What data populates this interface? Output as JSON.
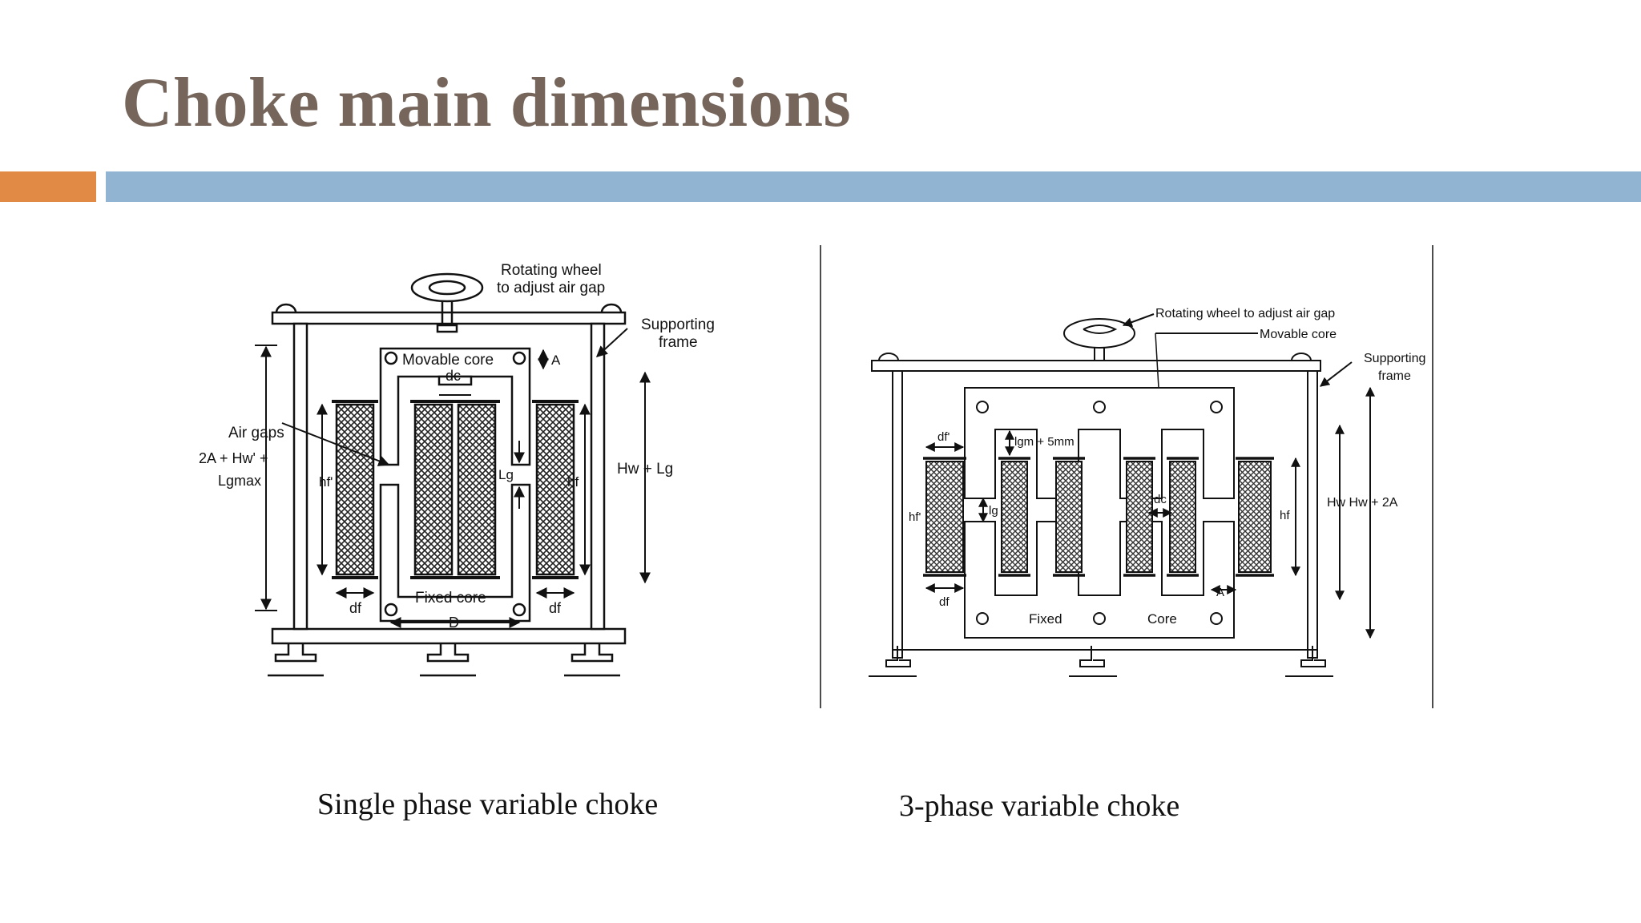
{
  "slide": {
    "title": "Choke main dimensions",
    "accent_orange": "#e08a45",
    "accent_blue": "#90b4d2",
    "title_color": "#75655b"
  },
  "figure_left": {
    "caption": "Single phase variable choke",
    "labels": {
      "wheel_line1": "Rotating wheel",
      "wheel_line2": "to adjust air gap",
      "frame_line1": "Supporting",
      "frame_line2": "frame",
      "movable_core": "Movable core",
      "fixed_core": "Fixed core",
      "A": "A",
      "dc": "dc",
      "air_gaps": "Air gaps",
      "height_eq_line1": "2A + Hw' +",
      "height_eq_line2": "Lgmax",
      "hw_lg": "Hw + Lg",
      "hf_prime": "hf'",
      "hf": "hf",
      "lg": "Lg",
      "df_left": "df",
      "df_right": "df",
      "D": "D"
    }
  },
  "figure_right": {
    "caption": "3-phase variable choke",
    "labels": {
      "wheel": "Rotating wheel to adjust air gap",
      "movable_core": "Movable core",
      "frame_line1": "Supporting",
      "frame_line2": "frame",
      "df_prime": "df'",
      "lgm": "lgm + 5mm",
      "hf_prime": "hf'",
      "lg": "lg",
      "dc": "dc",
      "hf": "hf",
      "hw": "Hw Hw + 2A",
      "df": "df",
      "A": "A",
      "fixed": "Fixed",
      "core": "Core"
    }
  }
}
